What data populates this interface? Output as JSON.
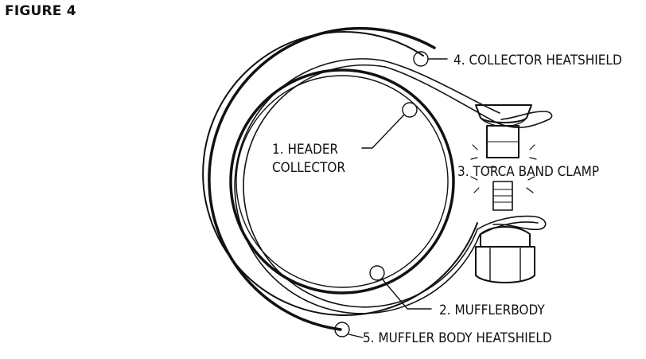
{
  "figure_title": "FIGURE 4",
  "callouts": {
    "header_collector_line1": "1. HEADER",
    "header_collector_line2": "COLLECTOR",
    "muffler_body": "2. MUFFLERBODY",
    "band_clamp": "3. TORCA BAND CLAMP",
    "collector_heatshield": "4. COLLECTOR HEATSHIELD",
    "muffler_body_heatshield": "5. MUFFLER BODY HEATSHIELD"
  }
}
